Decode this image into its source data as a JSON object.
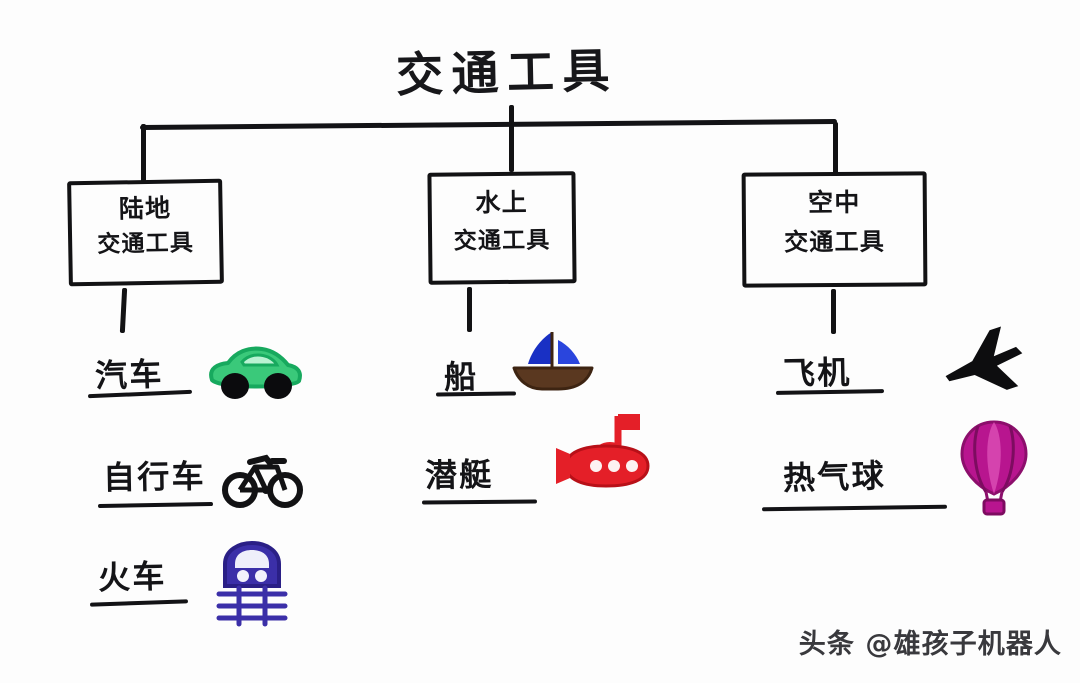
{
  "diagram": {
    "title": "交通工具",
    "type": "hand-drawn-mind-map",
    "categories": [
      {
        "id": "land",
        "label_line1": "陆地",
        "label_line2": "交通工具",
        "items": [
          {
            "label": "汽车",
            "icon": "car-icon",
            "color": "#3ac97a"
          },
          {
            "label": "自行车",
            "icon": "bicycle-icon",
            "color": "#121214"
          },
          {
            "label": "火车",
            "icon": "train-icon",
            "color": "#3b2fa8"
          }
        ]
      },
      {
        "id": "water",
        "label_line1": "水上",
        "label_line2": "交通工具",
        "items": [
          {
            "label": "船",
            "icon": "sailboat-icon",
            "color": "#1930c4"
          },
          {
            "label": "潜艇",
            "icon": "submarine-icon",
            "color": "#e41f28"
          }
        ]
      },
      {
        "id": "air",
        "label_line1": "空中",
        "label_line2": "交通工具",
        "items": [
          {
            "label": "飞机",
            "icon": "airplane-icon",
            "color": "#121214"
          },
          {
            "label": "热气球",
            "icon": "hot-air-balloon-icon",
            "color": "#b8158f"
          }
        ]
      }
    ]
  },
  "watermark": {
    "text": "头条 @雄孩子机器人"
  },
  "colors": {
    "ink": "#121214",
    "car_green": "#3ac97a",
    "train_blue": "#3b2fa8",
    "sail_blue": "#1930c4",
    "hull_brown": "#5a3820",
    "submarine_red": "#e41f28",
    "balloon_magenta": "#b8158f",
    "paper": "#fdfdfd"
  }
}
